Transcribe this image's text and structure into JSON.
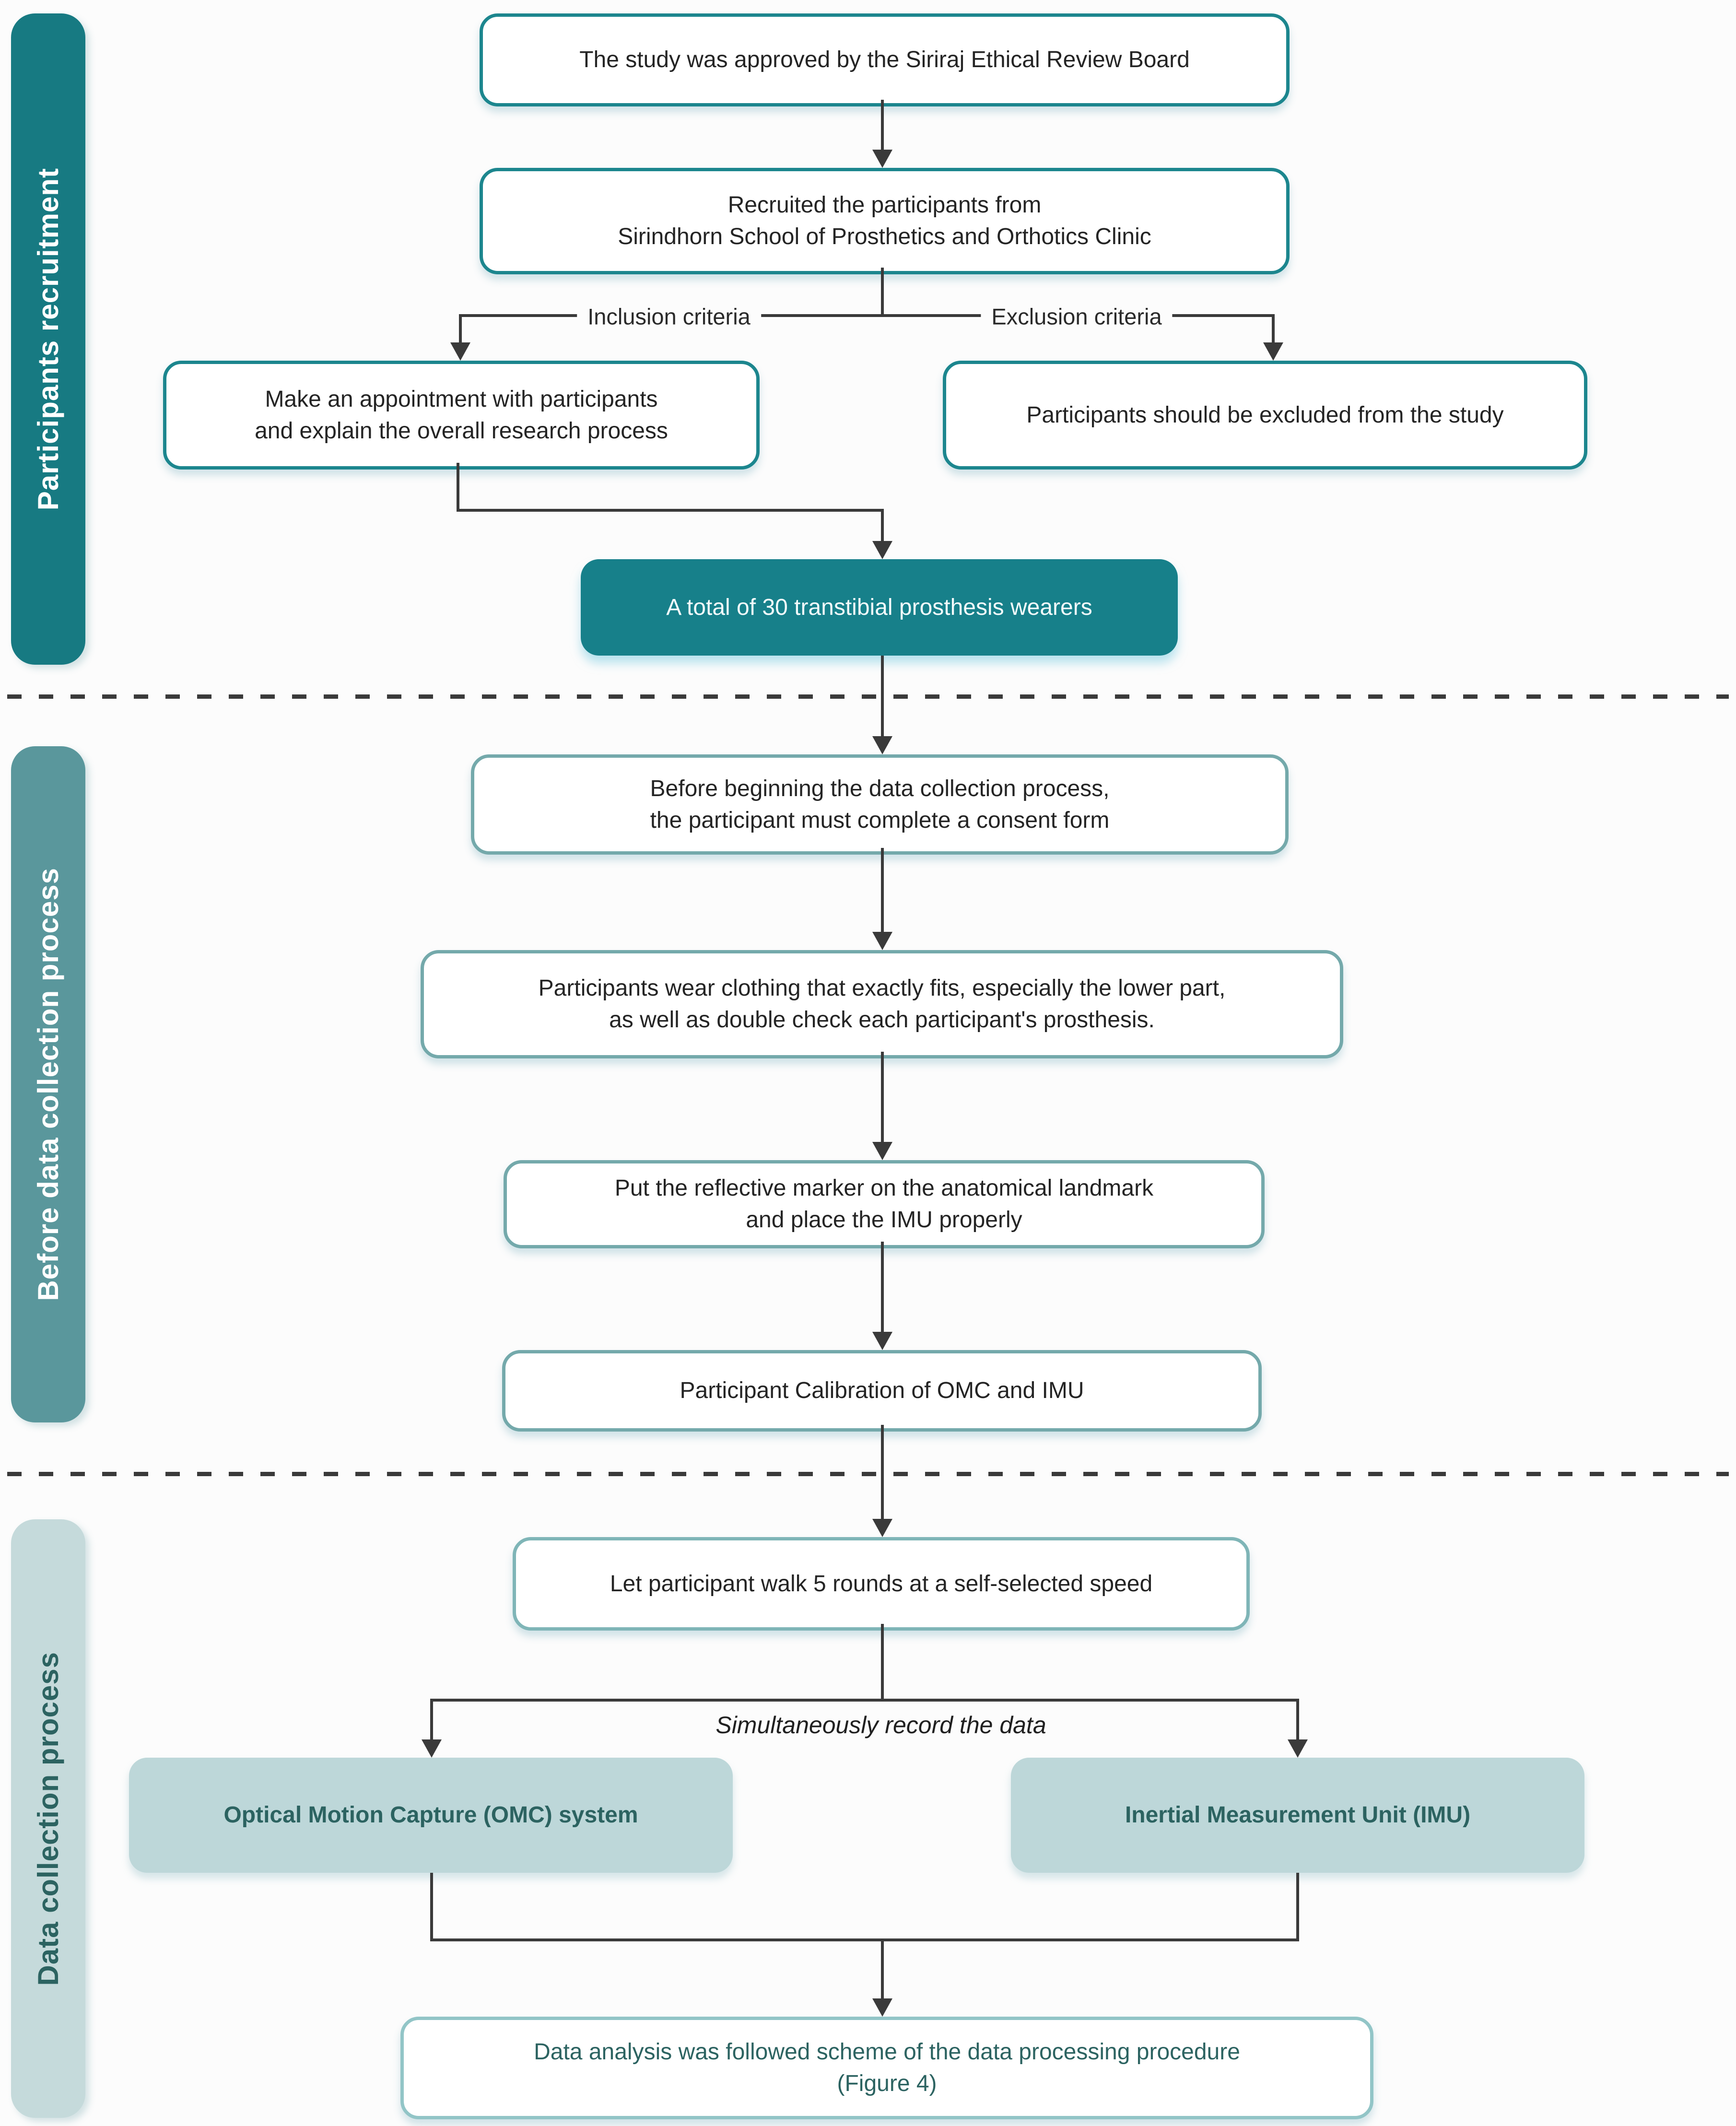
{
  "figure": {
    "sidebars": [
      {
        "label": "Participants recruitment"
      },
      {
        "label": "Before data collection process"
      },
      {
        "label": "Data collection process"
      }
    ],
    "nodes": {
      "approval": {
        "line1": "The study was approved by the Siriraj Ethical Review Board"
      },
      "recruit": {
        "line1": "Recruited the participants from",
        "line2": "Sirindhorn School of Prosthetics and Orthotics Clinic"
      },
      "appointment": {
        "line1": "Make an appointment with participants",
        "line2": "and explain the overall research process"
      },
      "excluded": {
        "line1": "Participants should be excluded from the study"
      },
      "total": {
        "line1": "A total of 30 transtibial prosthesis wearers"
      },
      "consent": {
        "line1": "Before beginning the data collection process,",
        "line2": "the participant must complete a consent form"
      },
      "clothing": {
        "line1": "Participants wear clothing that exactly fits, especially the lower part,",
        "line2": "as well as double check each participant's prosthesis."
      },
      "marker": {
        "line1": "Put the reflective marker on the anatomical landmark",
        "line2": "and place the IMU properly"
      },
      "calibration": {
        "line1": "Participant Calibration of OMC and IMU"
      },
      "walk": {
        "line1": "Let participant walk 5 rounds at a self-selected speed"
      },
      "omc": {
        "line1": "Optical Motion Capture (OMC) system"
      },
      "imu": {
        "line1": "Inertial Measurement Unit (IMU)"
      },
      "analysis": {
        "line1": "Data analysis was followed scheme of the data processing procedure",
        "line2": "(Figure 4)"
      }
    },
    "branch_labels": {
      "inclusion": "Inclusion criteria",
      "exclusion": "Exclusion criteria",
      "simultaneous": "Simultaneously record the data"
    },
    "colors": {
      "dark_teal_fill": "#17808A",
      "sidebar1_fill": "#177A82",
      "sidebar2_fill": "#5A979C",
      "sidebar3_fill": "#C5DADB",
      "light_teal_fill": "#BDD7D9",
      "dark_box_border": "#1C868E",
      "mid_box_border": "#74A9AB",
      "light_box_border": "#92C5C7",
      "dark_teal_text": "#2C6361",
      "connector": "#3A3A3A"
    }
  }
}
